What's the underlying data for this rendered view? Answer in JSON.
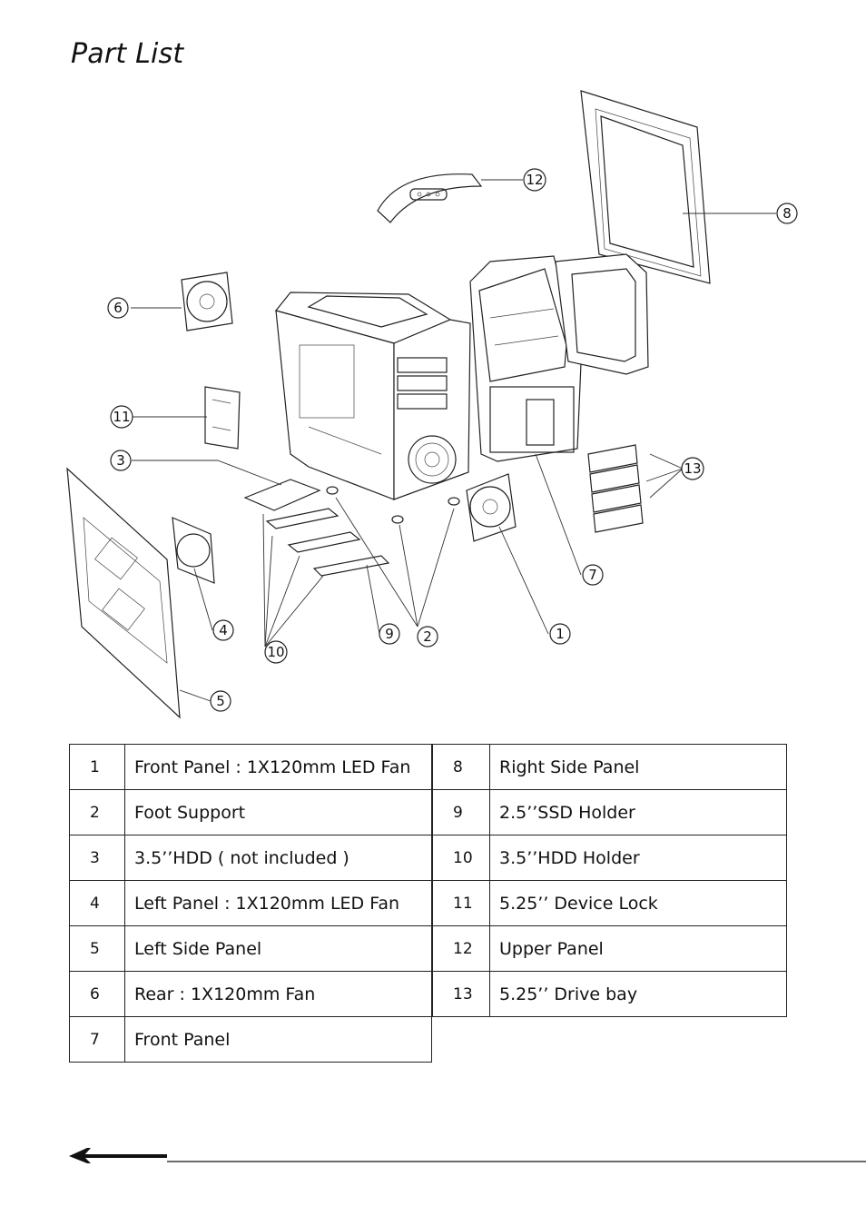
{
  "title": "Part List",
  "callouts": [
    "1",
    "2",
    "3",
    "4",
    "5",
    "6",
    "7",
    "8",
    "9",
    "10",
    "11",
    "12",
    "13"
  ],
  "parts_left": [
    {
      "num": "1",
      "name": "Front Panel : 1X120mm LED Fan"
    },
    {
      "num": "2",
      "name": "Foot Support"
    },
    {
      "num": "3",
      "name": "3.5’’HDD ( not included )"
    },
    {
      "num": "4",
      "name": "Left Panel : 1X120mm LED Fan"
    },
    {
      "num": "5",
      "name": "Left Side Panel"
    },
    {
      "num": "6",
      "name": "Rear : 1X120mm Fan"
    },
    {
      "num": "7",
      "name": "Front Panel"
    }
  ],
  "parts_right": [
    {
      "num": "8",
      "name": "Right Side Panel"
    },
    {
      "num": "9",
      "name": "2.5’’SSD Holder"
    },
    {
      "num": "10",
      "name": "3.5’’HDD Holder"
    },
    {
      "num": "11",
      "name": "5.25’’ Device Lock"
    },
    {
      "num": "12",
      "name": "Upper Panel"
    },
    {
      "num": "13",
      "name": "5.25’’ Drive bay"
    }
  ]
}
